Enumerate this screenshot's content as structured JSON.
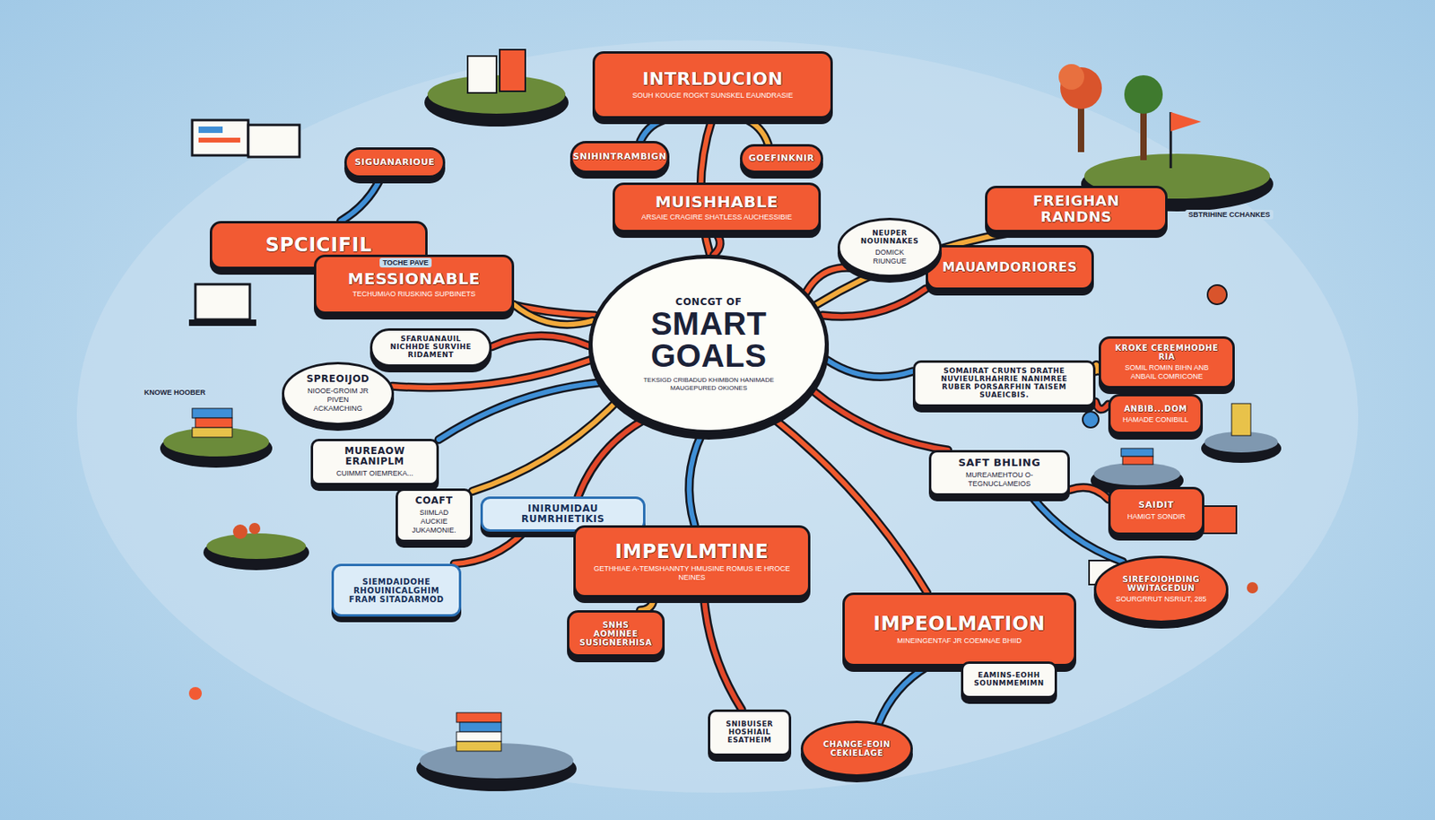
{
  "diagram": {
    "nodes": [
      {
        "text": [
          "CONCGT OF",
          "SMART GOALS",
          "TEKSIGD CRIBADUD KHIMBON HANIMADE MAUGEPURED OKIONES"
        ]
      },
      {
        "text": [
          "INTRLDUCION",
          "SOUH KOUGE ROGKT SUNSKEL EAUNDRASIE"
        ]
      },
      {
        "text": [
          "SNIHINTRAMBIGN"
        ]
      },
      {
        "text": [
          "GOEFINKNIR"
        ]
      },
      {
        "text": [
          "MUISHHABLE",
          "ARSAIE CRAGIRE SHATLESS AUCHESSIBIE"
        ]
      },
      {
        "text": [
          "SIGUANARIOUE"
        ]
      },
      {
        "text": [
          "SPCICIFIL"
        ]
      },
      {
        "text": [
          "MESSIONABLE",
          "TECHUMIAO RIUSKING SUPBINETS"
        ]
      },
      {
        "text": [
          "SFARUANAUIL NICHHDE SURVIHE RIDAMENT"
        ]
      },
      {
        "text": [
          "SPREOIJOD",
          "NIOOE-GROIM JR PIVEN ACKAMCHING"
        ]
      },
      {
        "text": [
          "MUREAOW ERANIPLM",
          "CUIMMIT OIEMREKA..."
        ]
      },
      {
        "text": [
          "COAFT",
          "SIIMLAD AUCKIE JUKAMONIE."
        ]
      },
      {
        "text": [
          "INIRUMIDAU RUMRHIETIKIS"
        ]
      },
      {
        "text": [
          "SIEMDAIDOHE RHOUINICALGHIM FRAM SITADARMOD"
        ]
      },
      {
        "text": [
          "IMPEVLMTINE",
          "GETHHIAE A-TEMSHANNTY HMUSINE ROMUS IE HROCE NEINES"
        ]
      },
      {
        "text": [
          "SNHS AOMINEE SUSIGNERHISA"
        ]
      },
      {
        "text": [
          "IMPEOLMATION",
          "MINEINGENTAF JR COEMNAE BHIID"
        ]
      },
      {
        "text": [
          "SAFT BHLING",
          "MUREAMEHTOU O-TEGNUCLAMEIOS"
        ]
      },
      {
        "text": [
          "FREIGHAN RANDNS"
        ]
      },
      {
        "text": [
          "MAUAMDORIORES"
        ]
      },
      {
        "text": [
          "NEUPER NOUINNAKES",
          "DOMICK RIUNGUE"
        ]
      },
      {
        "text": [
          "SOMAIRAT CRUNTS DRATHE NUVIEULRHAHRIE NANIMREE RUBER PORSARFHIN TAISEM SUAEICBIS."
        ]
      },
      {
        "text": [
          "KROKE CEREMHODHE RIA",
          "SOMIL ROMIN BIHN ANB ANBAIL COMRICONE"
        ]
      },
      {
        "text": [
          "ANBIB...DOM",
          "HAMADE CONIBILL"
        ]
      },
      {
        "text": [
          "SAIDIT",
          "HAMIGT SONDIR"
        ]
      },
      {
        "text": [
          "SIREFOIOHDING WWITAGEDUN",
          "SOURGRRUT NSRIUT, 285"
        ]
      },
      {
        "text": [
          "CHANGE-EOIN CEKIELAGE"
        ]
      },
      {
        "text": [
          "EAMINS-EOHH SOUNMMEMIMN"
        ]
      },
      {
        "text": [
          "SNIBUISER HOSHIAIL ESATHEIM"
        ]
      }
    ],
    "edges": [
      {
        "from": 0,
        "to": 1,
        "arrow": "none"
      },
      {
        "from": 1,
        "to": 2,
        "arrow": "none"
      },
      {
        "from": 1,
        "to": 3,
        "arrow": "none"
      },
      {
        "from": 0,
        "to": 4,
        "arrow": "none"
      },
      {
        "from": 0,
        "to": 6,
        "arrow": "none"
      },
      {
        "from": 6,
        "to": 5,
        "arrow": "none"
      },
      {
        "from": 0,
        "to": 7,
        "arrow": "none"
      },
      {
        "from": 0,
        "to": 8,
        "arrow": "none"
      },
      {
        "from": 0,
        "to": 9,
        "arrow": "none"
      },
      {
        "from": 0,
        "to": 10,
        "arrow": "none"
      },
      {
        "from": 0,
        "to": 11,
        "arrow": "none"
      },
      {
        "from": 0,
        "to": 12,
        "arrow": "none"
      },
      {
        "from": 12,
        "to": 13,
        "arrow": "none"
      },
      {
        "from": 0,
        "to": 14,
        "arrow": "none"
      },
      {
        "from": 14,
        "to": 15,
        "arrow": "none"
      },
      {
        "from": 14,
        "to": 28,
        "arrow": "none"
      },
      {
        "from": 0,
        "to": 16,
        "arrow": "none"
      },
      {
        "from": 16,
        "to": 26,
        "arrow": "none"
      },
      {
        "from": 16,
        "to": 27,
        "arrow": "none"
      },
      {
        "from": 0,
        "to": 17,
        "arrow": "none"
      },
      {
        "from": 17,
        "to": 24,
        "arrow": "none"
      },
      {
        "from": 17,
        "to": 25,
        "arrow": "none"
      },
      {
        "from": 0,
        "to": 18,
        "arrow": "none"
      },
      {
        "from": 0,
        "to": 19,
        "arrow": "none"
      },
      {
        "from": 0,
        "to": 20,
        "arrow": "none"
      },
      {
        "from": 0,
        "to": 21,
        "arrow": "none"
      },
      {
        "from": 21,
        "to": 22,
        "arrow": "none"
      },
      {
        "from": 21,
        "to": 23,
        "arrow": "none"
      }
    ],
    "labels": [
      "TOCHE PAVE",
      "SBTRIHINE CCHANKES",
      "KNOWE HOOBER"
    ]
  }
}
